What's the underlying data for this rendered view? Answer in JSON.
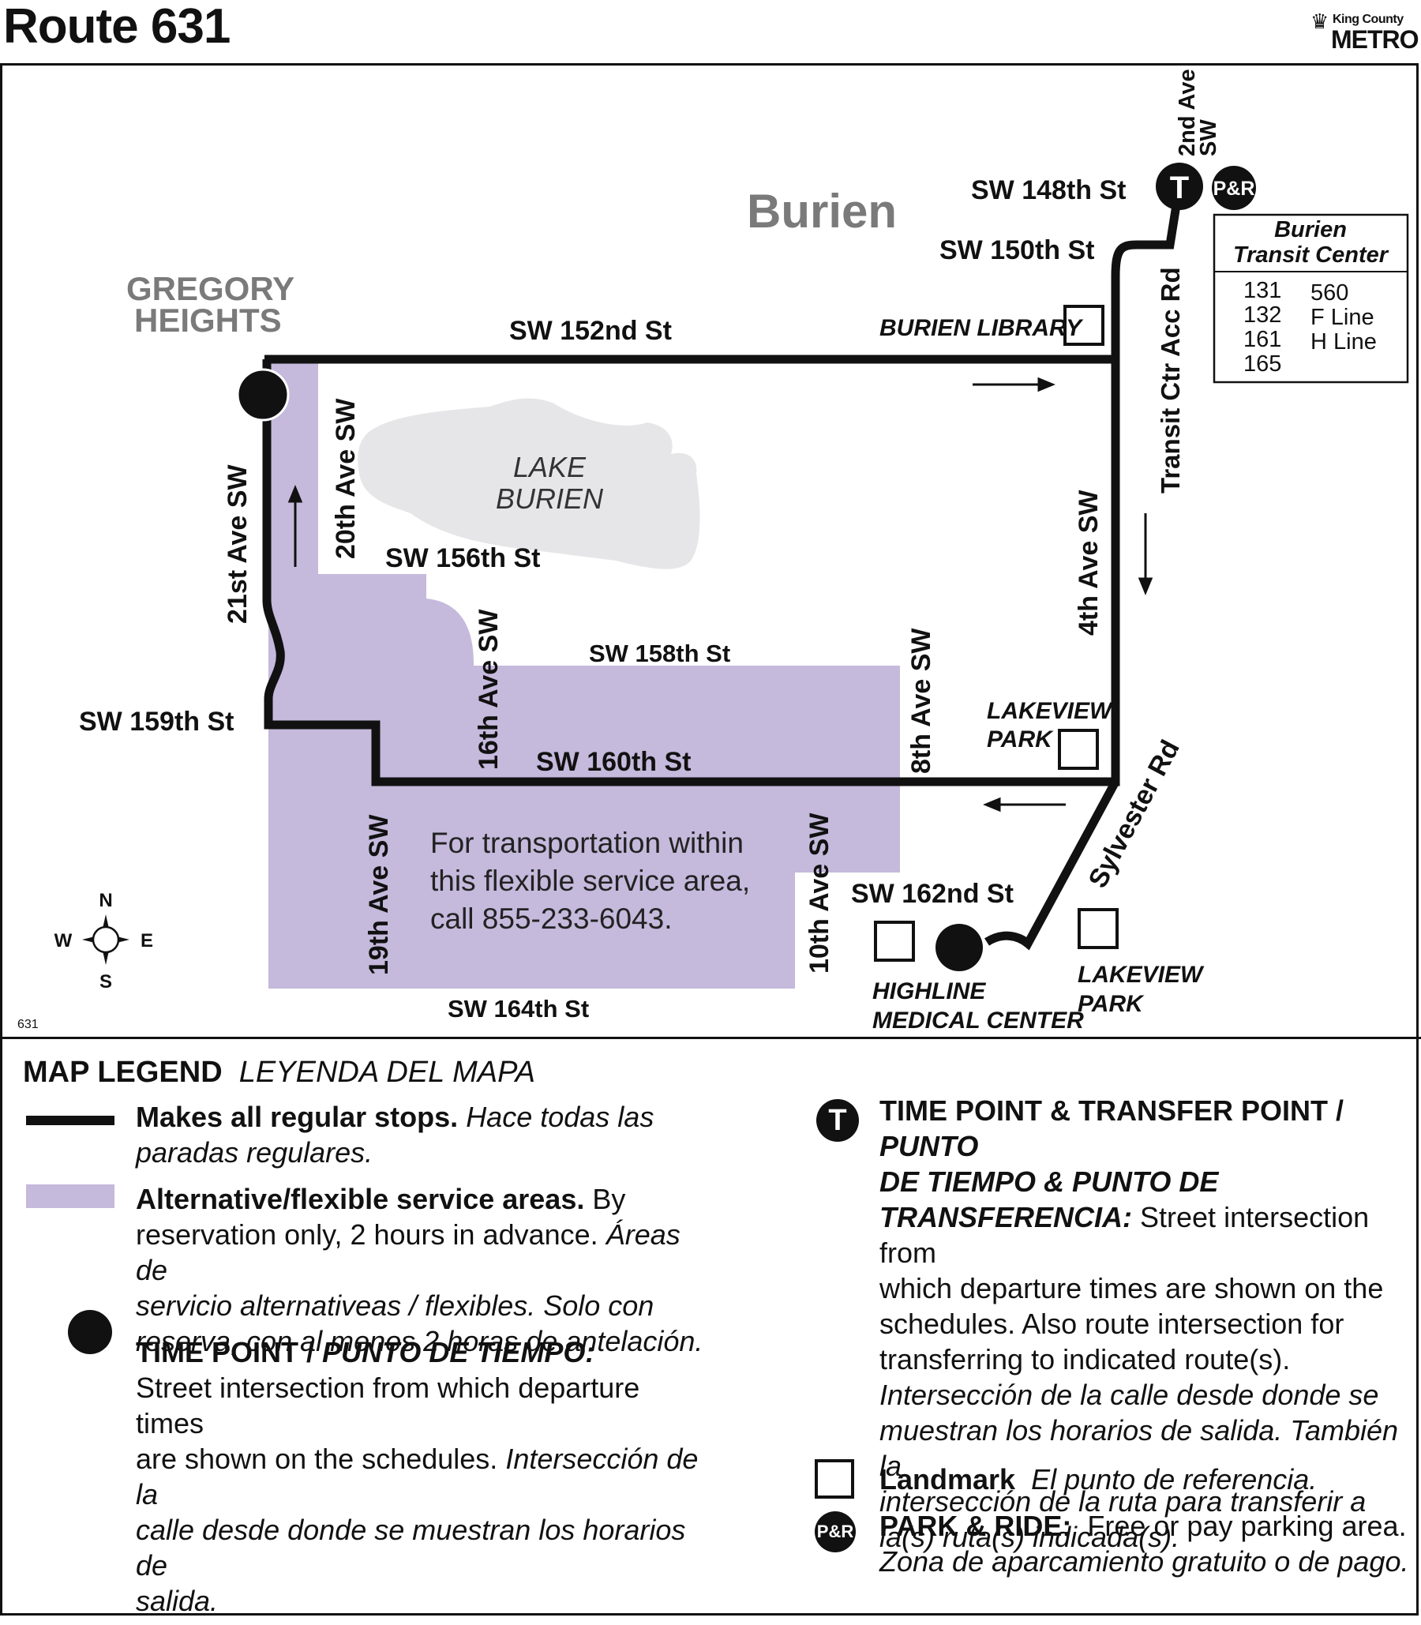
{
  "title": "Route 631",
  "logo": {
    "line1": "King County",
    "line2": "METRO"
  },
  "map": {
    "place_labels": {
      "city": "Burien",
      "neighborhood_line1": "GREGORY",
      "neighborhood_line2": "HEIGHTS",
      "lake_line1": "LAKE",
      "lake_line2": "BURIEN"
    },
    "streets": {
      "sw148": "SW 148th St",
      "sw150": "SW 150th St",
      "sw152": "SW 152nd St",
      "sw156": "SW 156th St",
      "sw158": "SW 158th St",
      "sw159": "SW 159th St",
      "sw160": "SW 160th St",
      "sw162": "SW 162nd St",
      "sw164": "SW 164th St",
      "ave21": "21st Ave SW",
      "ave20": "20th Ave SW",
      "ave19": "19th Ave SW",
      "ave16": "16th Ave SW",
      "ave10": "10th Ave SW",
      "ave8": "8th Ave SW",
      "ave4": "4th Ave SW",
      "ave2_line1": "2nd Ave",
      "ave2_line2": "SW",
      "transit_rd": "Transit Ctr Acc Rd",
      "sylvester": "Sylvester Rd"
    },
    "landmarks": {
      "library": "BURIEN LIBRARY",
      "lakeview1_line1": "LAKEVIEW",
      "lakeview1_line2": "PARK",
      "lakeview2_line1": "LAKEVIEW",
      "lakeview2_line2": "PARK",
      "highline_line1": "HIGHLINE",
      "highline_line2": "MEDICAL CENTER"
    },
    "transit_center": {
      "name_line1": "Burien",
      "name_line2": "Transit Center",
      "routes_col1": [
        "131",
        "132",
        "161",
        "165"
      ],
      "routes_col2": [
        "560",
        "F Line",
        "H Line"
      ]
    },
    "flex_note": [
      "For transportation within",
      "this flexible service area,",
      "call 855-233-6043."
    ],
    "compass": {
      "n": "N",
      "s": "S",
      "e": "E",
      "w": "W"
    },
    "map_id": "631",
    "icons": {
      "t": "T",
      "pr": "P&R"
    },
    "colors": {
      "route": "#111111",
      "flex_area": "#c5b9dc",
      "lake": "#e6e6e8",
      "place_label": "#7a7a7a"
    }
  },
  "legend": {
    "heading": "MAP LEGEND",
    "heading_es": "LEYENDA DEL MAPA",
    "regular_bold": "Makes all regular stops.",
    "regular_es_1": "Hace todas las",
    "regular_es_2": "paradas regulares.",
    "flex_bold": "Alternative/flexible service areas.",
    "flex_rest_1": "By",
    "flex_rest_2": "reservation only, 2 hours in advance.",
    "flex_es_1": "Áreas de",
    "flex_es_2": "servicio alternativeas / flexibles. Solo con",
    "flex_es_3": "reserva, con al menos 2 horas de antelación.",
    "tp_bold": "TIME POINT /",
    "tp_bold_es": "PUNTO DE TIEMPO:",
    "tp_desc_1": "Street intersection from which departure times",
    "tp_desc_2": "are shown on the schedules.",
    "tp_es_1": "Intersección de la",
    "tp_es_2": "calle desde donde se muestran los horarios de",
    "tp_es_3": "salida.",
    "ttp_bold": "TIME POINT & TRANSFER POINT /",
    "ttp_bold_es_1": "PUNTO",
    "ttp_bold_es_2": "DE TIEMPO & PUNTO DE",
    "ttp_bold_es_3": "TRANSFERENCIA:",
    "ttp_desc_1": "Street intersection from",
    "ttp_desc_2": "which departure times are shown on the",
    "ttp_desc_3": "schedules. Also route intersection for",
    "ttp_desc_4": "transferring to indicated route(s).",
    "ttp_es_1": "Intersección de la calle desde donde se",
    "ttp_es_2": "muestran los horarios de salida. También la",
    "ttp_es_3": "intersección de la ruta para transferir a",
    "ttp_es_4": "la(s) ruta(s) indicada(s).",
    "landmark_bold": "Landmark",
    "landmark_es": "El punto de referencia.",
    "pr_bold": "PARK & RIDE:",
    "pr_desc": "Free or pay parking area.",
    "pr_es": "Zona de aparcamiento gratuito o de pago."
  }
}
